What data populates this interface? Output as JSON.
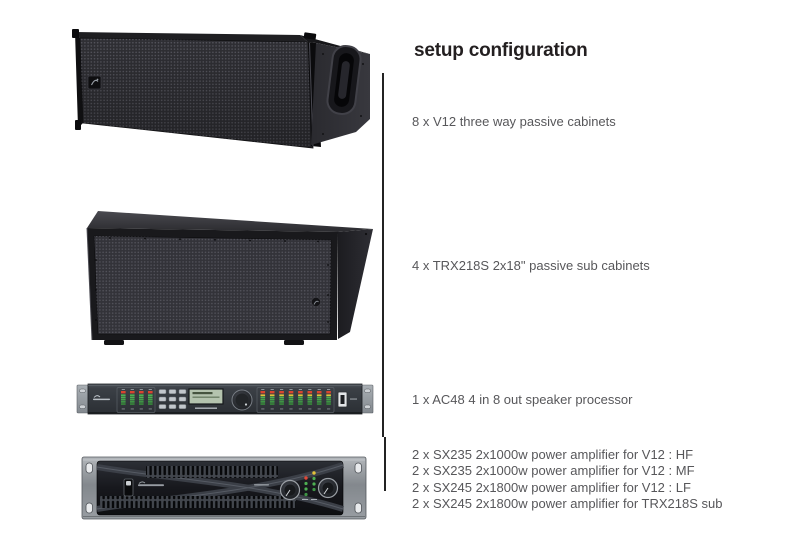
{
  "title": "setup configuration",
  "captions": {
    "v12": "8 x V12 three way passive cabinets",
    "sub": "4 x TRX218S 2x18\" passive sub cabinets",
    "processor": "1 x AC48 4 in 8 out speaker processor",
    "amps": [
      "2 x SX235 2x1000w power amplifier for V12 : HF",
      "2 x SX235 2x1000w power amplifier for V12 : MF",
      "2 x SX245 2x1800w power amplifier for V12 : LF",
      "2 x SX245 2x1800w power amplifier for TRX218S sub"
    ]
  },
  "colors": {
    "background": "#ffffff",
    "heading_text": "#231f20",
    "body_text": "#57575a",
    "divider": "#232323",
    "lcd_screen": "#b4c3ae",
    "led_red": "#d9442f",
    "led_yellow": "#e3c23a",
    "led_green": "#4db052"
  }
}
